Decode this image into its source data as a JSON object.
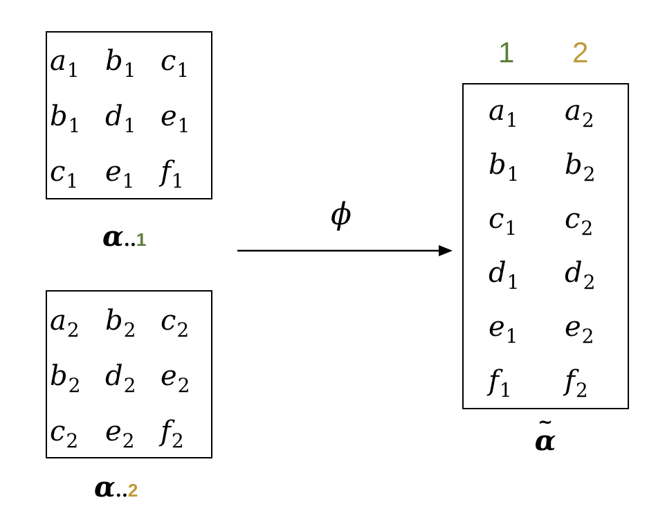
{
  "colors": {
    "green": "#5b7f3a",
    "gold": "#bf9a3a",
    "black": "#000000"
  },
  "matrix1": {
    "rows": [
      [
        {
          "v": "a",
          "s": "1"
        },
        {
          "v": "b",
          "s": "1"
        },
        {
          "v": "c",
          "s": "1"
        }
      ],
      [
        {
          "v": "b",
          "s": "1"
        },
        {
          "v": "d",
          "s": "1"
        },
        {
          "v": "e",
          "s": "1"
        }
      ],
      [
        {
          "v": "c",
          "s": "1"
        },
        {
          "v": "e",
          "s": "1"
        },
        {
          "v": "f",
          "s": "1"
        }
      ]
    ],
    "label": {
      "symbol": "α",
      "dots": "..",
      "index": "1"
    }
  },
  "matrix2": {
    "rows": [
      [
        {
          "v": "a",
          "s": "2"
        },
        {
          "v": "b",
          "s": "2"
        },
        {
          "v": "c",
          "s": "2"
        }
      ],
      [
        {
          "v": "b",
          "s": "2"
        },
        {
          "v": "d",
          "s": "2"
        },
        {
          "v": "e",
          "s": "2"
        }
      ],
      [
        {
          "v": "c",
          "s": "2"
        },
        {
          "v": "e",
          "s": "2"
        },
        {
          "v": "f",
          "s": "2"
        }
      ]
    ],
    "label": {
      "symbol": "α",
      "dots": "..",
      "index": "2"
    }
  },
  "arrow": {
    "label": "ϕ"
  },
  "result": {
    "headers": [
      "1",
      "2"
    ],
    "rows": [
      [
        {
          "v": "a",
          "s": "1"
        },
        {
          "v": "a",
          "s": "2"
        }
      ],
      [
        {
          "v": "b",
          "s": "1"
        },
        {
          "v": "b",
          "s": "2"
        }
      ],
      [
        {
          "v": "c",
          "s": "1"
        },
        {
          "v": "c",
          "s": "2"
        }
      ],
      [
        {
          "v": "d",
          "s": "1"
        },
        {
          "v": "d",
          "s": "2"
        }
      ],
      [
        {
          "v": "e",
          "s": "1"
        },
        {
          "v": "e",
          "s": "2"
        }
      ],
      [
        {
          "v": "f",
          "s": "1"
        },
        {
          "v": "f",
          "s": "2"
        }
      ]
    ],
    "label": {
      "tilde": "~",
      "symbol": "α"
    }
  }
}
